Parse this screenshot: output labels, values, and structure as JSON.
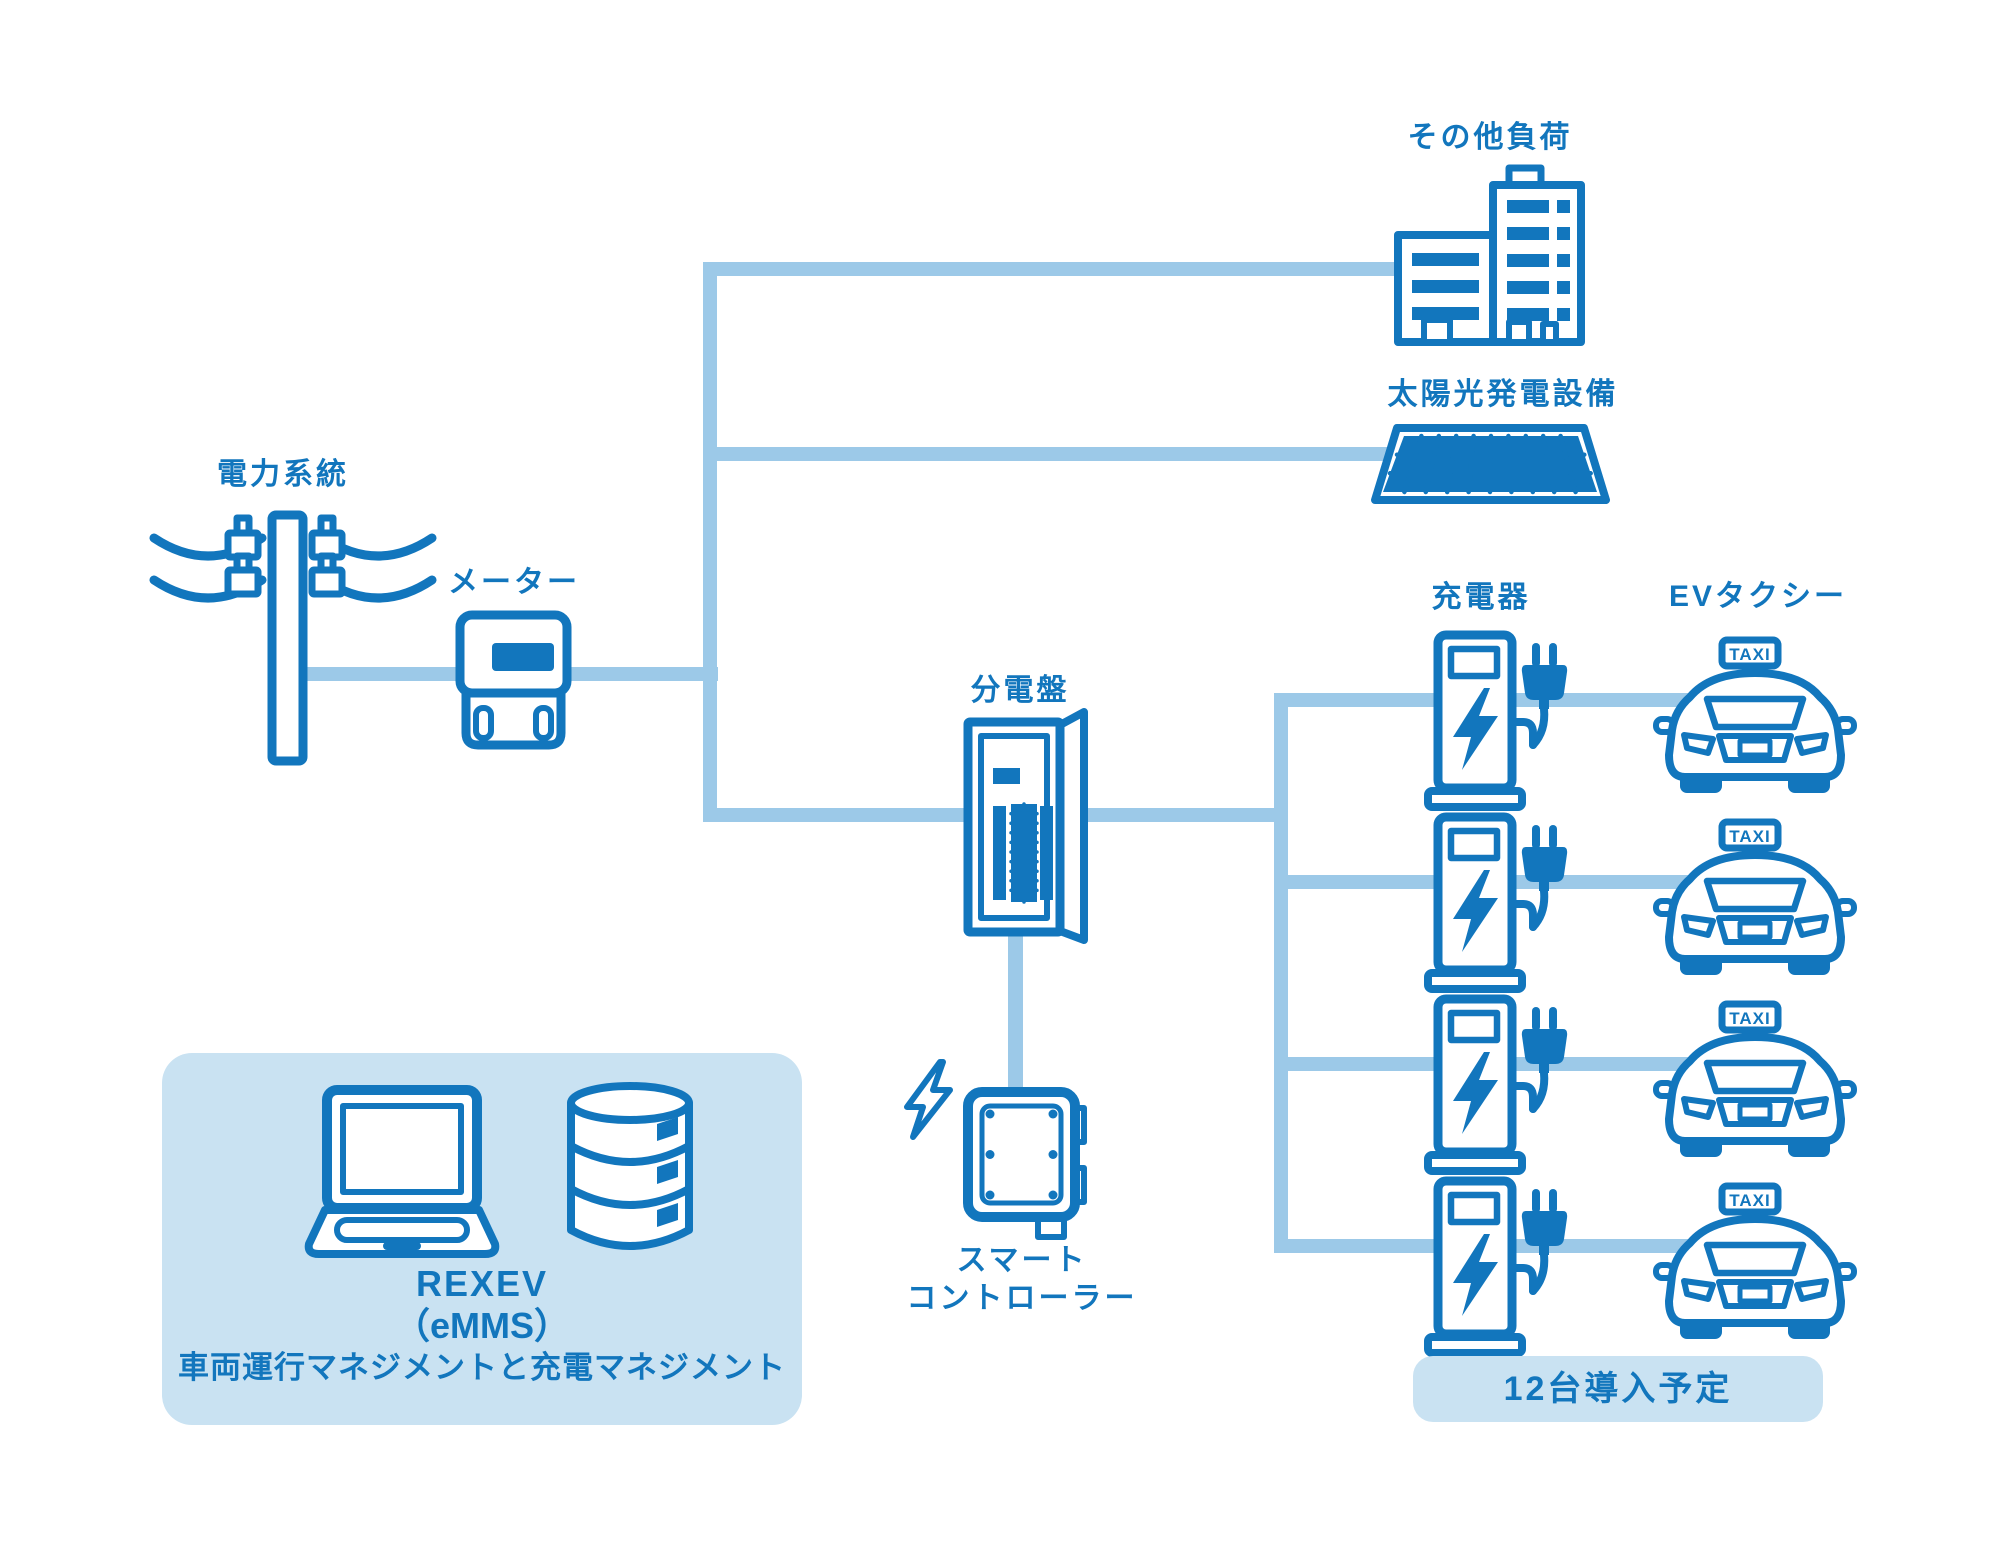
{
  "colors": {
    "primary": "#1276bd",
    "wire": "#9cc9e8",
    "panel": "#c9e2f2",
    "background": "#ffffff"
  },
  "labels": {
    "power_grid": "電力系統",
    "meter": "メーター",
    "other_load": "その他負荷",
    "solar": "太陽光発電設備",
    "distribution_board": "分電盤",
    "smart_controller_line1": "スマート",
    "smart_controller_line2": "コントローラー",
    "charger": "充電器",
    "ev_taxi": "EVタクシー"
  },
  "management_box": {
    "line1": "REXEV",
    "line2": "（eMMS）",
    "line3": "車両運行マネジメントと充電マネジメント"
  },
  "plan_badge": "12台導入予定",
  "taxi_sign": "TAXI",
  "charger_count": 4,
  "taxi_count": 4
}
